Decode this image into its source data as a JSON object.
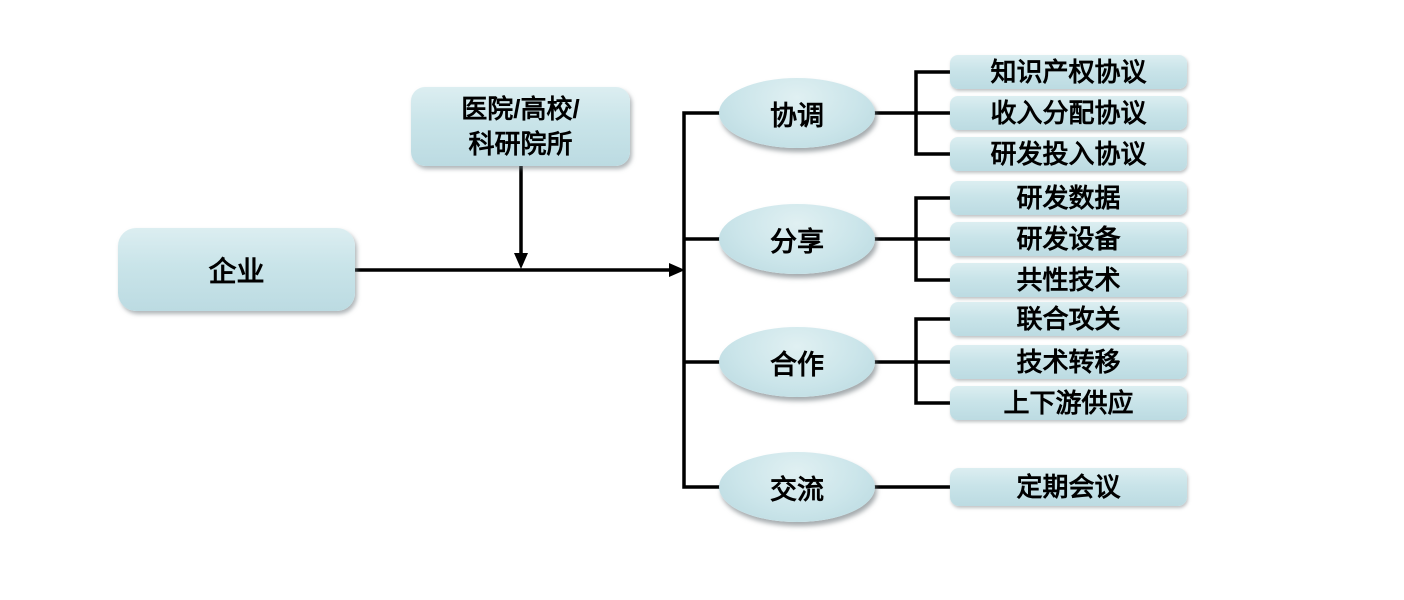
{
  "diagram": {
    "root_label": "企业",
    "partner_label": "医院/高校/\n科研院所",
    "categories": [
      {
        "label": "协调",
        "items": [
          "知识产权协议",
          "收入分配协议",
          "研发投入协议"
        ]
      },
      {
        "label": "分享",
        "items": [
          "研发数据",
          "研发设备",
          "共性技术"
        ]
      },
      {
        "label": "合作",
        "items": [
          "联合攻关",
          "技术转移",
          "上下游供应"
        ]
      },
      {
        "label": "交流",
        "items": [
          "定期会议"
        ]
      }
    ],
    "colors": {
      "node_fill": "#c9e4e9",
      "line": "#000000",
      "text": "#000000"
    }
  }
}
